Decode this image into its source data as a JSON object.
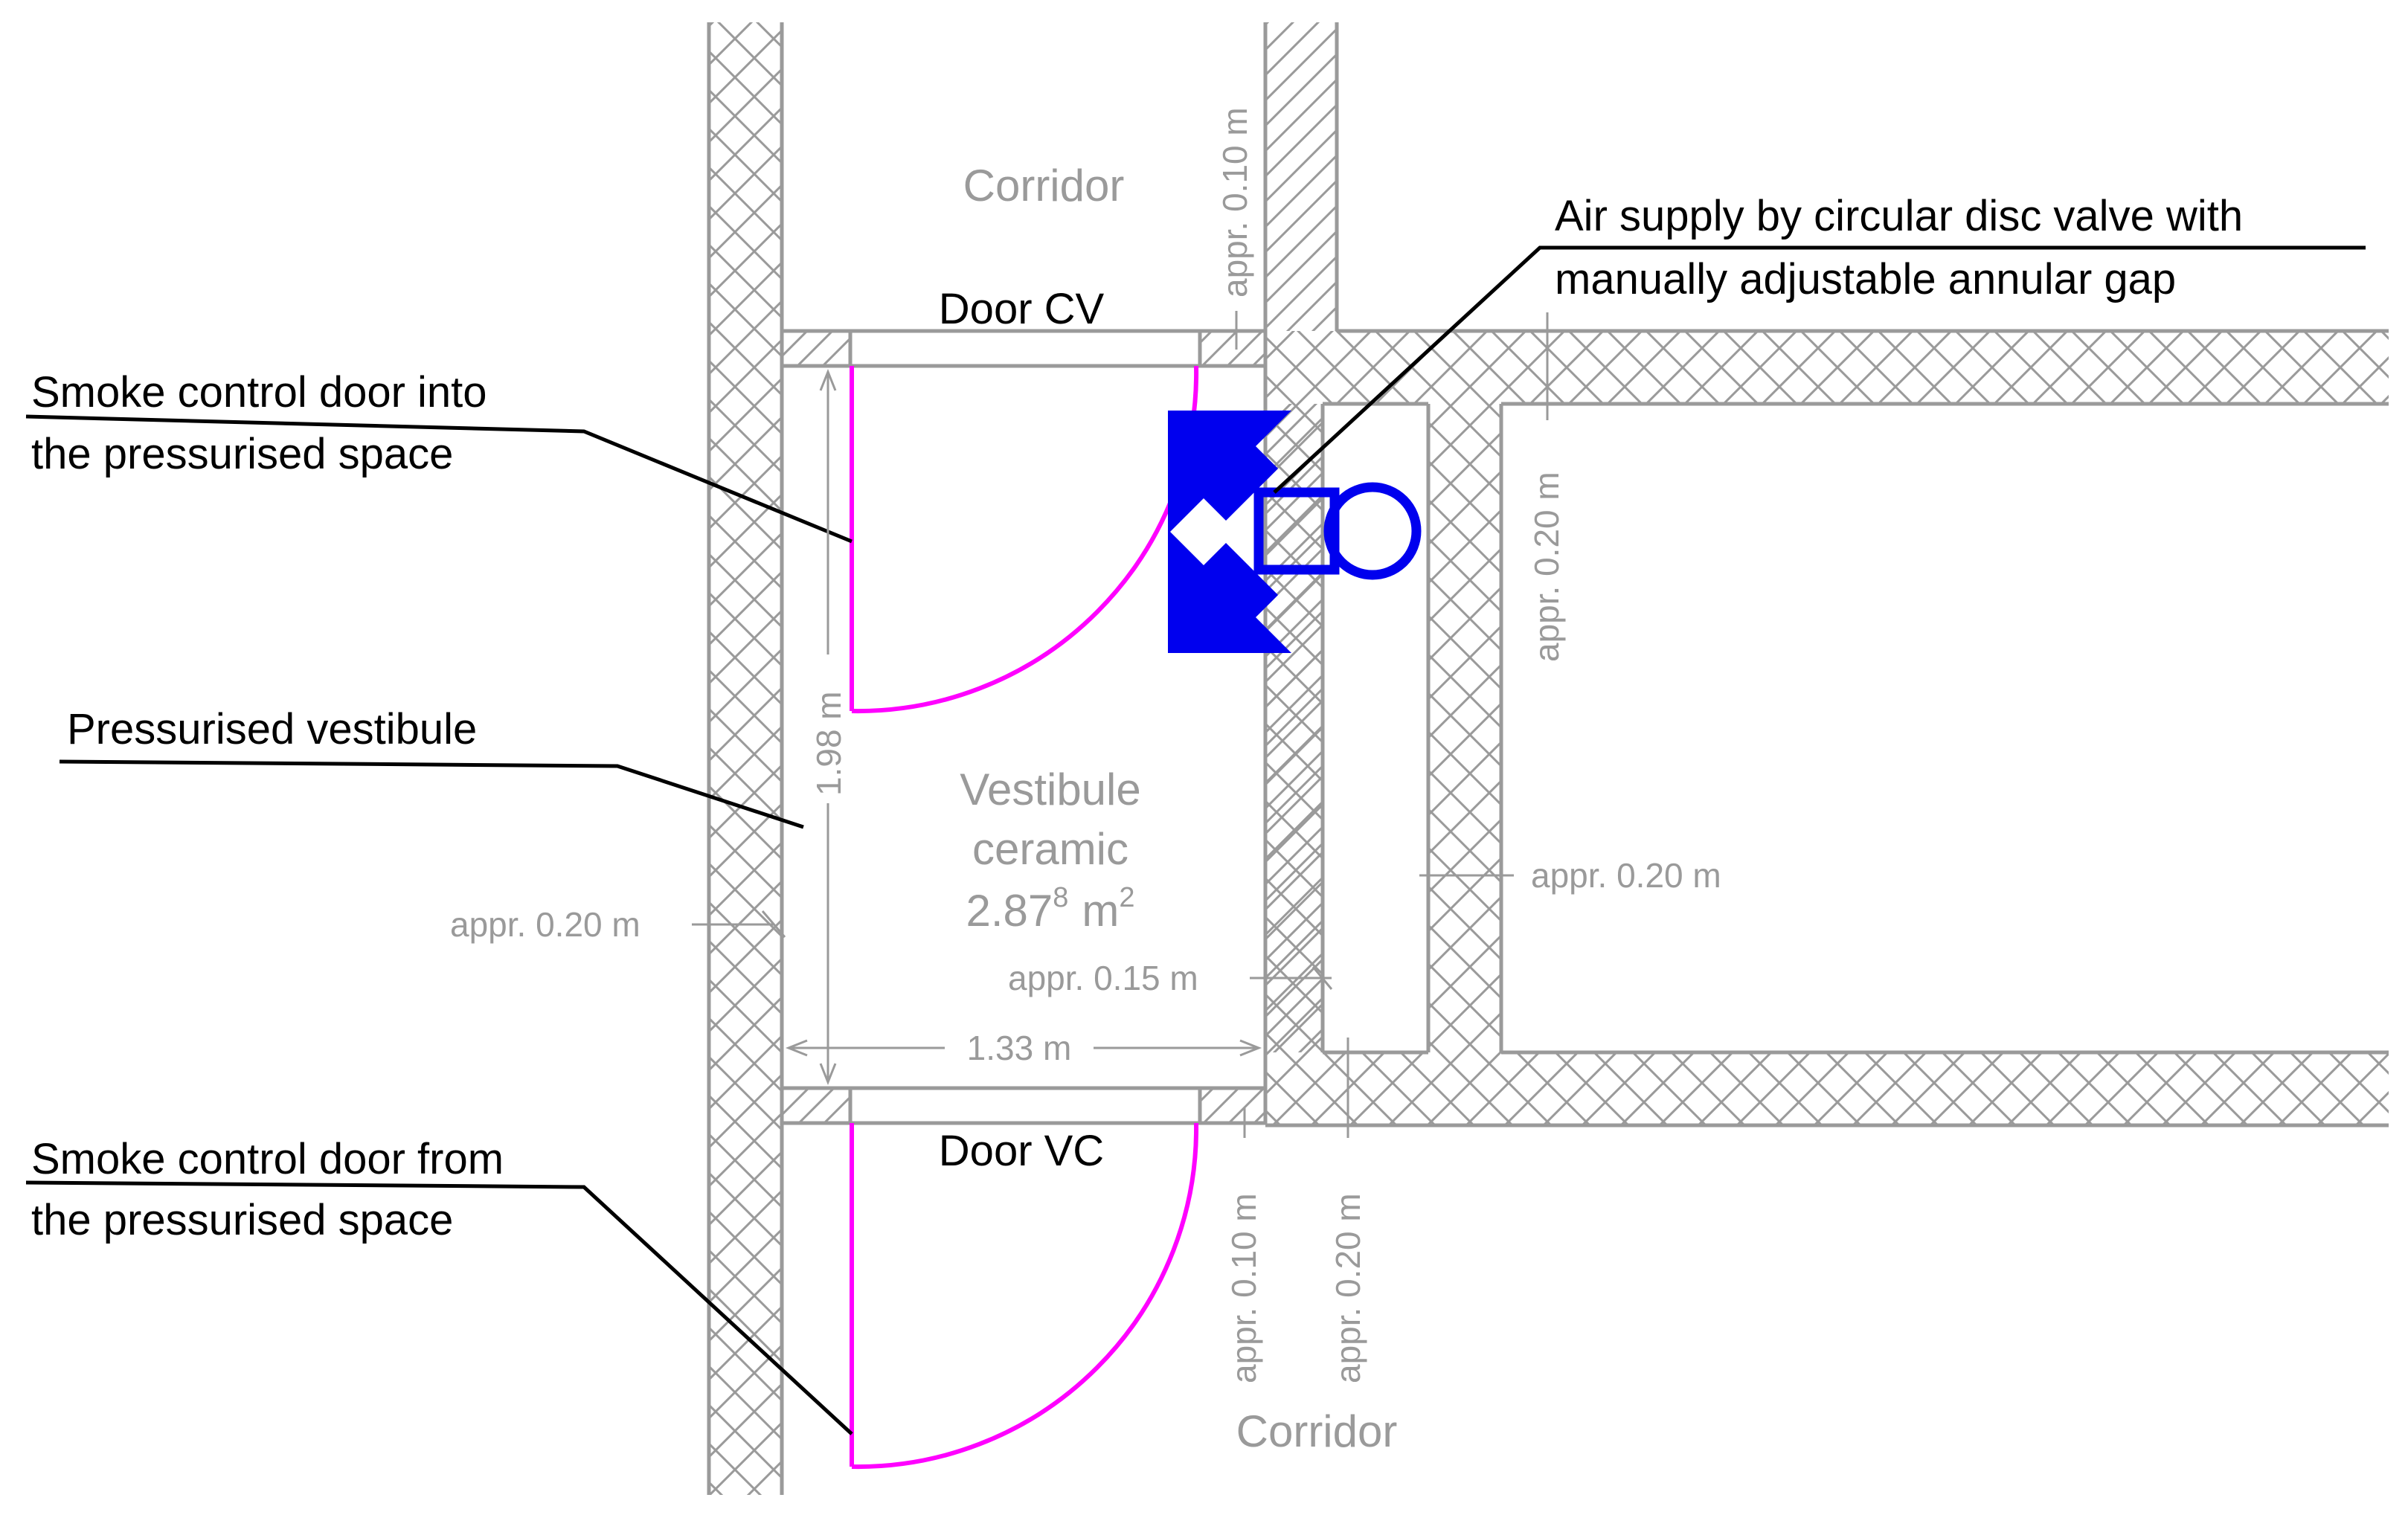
{
  "rooms": {
    "corridor_top": "Corridor",
    "corridor_bottom": "Corridor",
    "vestibule_name": "Vestibule",
    "vestibule_floor": "ceramic",
    "vestibule_area_main": "2.87",
    "vestibule_area_sup": "8",
    "vestibule_area_unit": "m",
    "vestibule_area_unit_sup": "2"
  },
  "doors": {
    "top": "Door CV",
    "bottom": "Door VC"
  },
  "callouts": {
    "air_supply_line1": "Air supply by circular disc valve with",
    "air_supply_line2": "manually adjustable annular gap",
    "door_into_line1": "Smoke control door into",
    "door_into_line2": "the pressurised space",
    "vestibule": "Pressurised vestibule",
    "door_from_line1": "Smoke control door from",
    "door_from_line2": "the pressurised space"
  },
  "dimensions": {
    "top_gap": "appr. 0.10 m",
    "right_wall_vertical": "appr. 0.20 m",
    "right_wall_horizontal": "appr. 0.20 m",
    "left_wall": "appr. 0.20 m",
    "partition": "appr. 0.15 m",
    "height": "1.98 m",
    "width": "1.33 m",
    "bottom_gap": "appr. 0.10 m",
    "bottom_wall": "appr. 0.20 m"
  },
  "colors": {
    "walls": "#9a9a9a",
    "doors": "#ff00ff",
    "valve": "#0000ee",
    "leaders": "#000000"
  }
}
